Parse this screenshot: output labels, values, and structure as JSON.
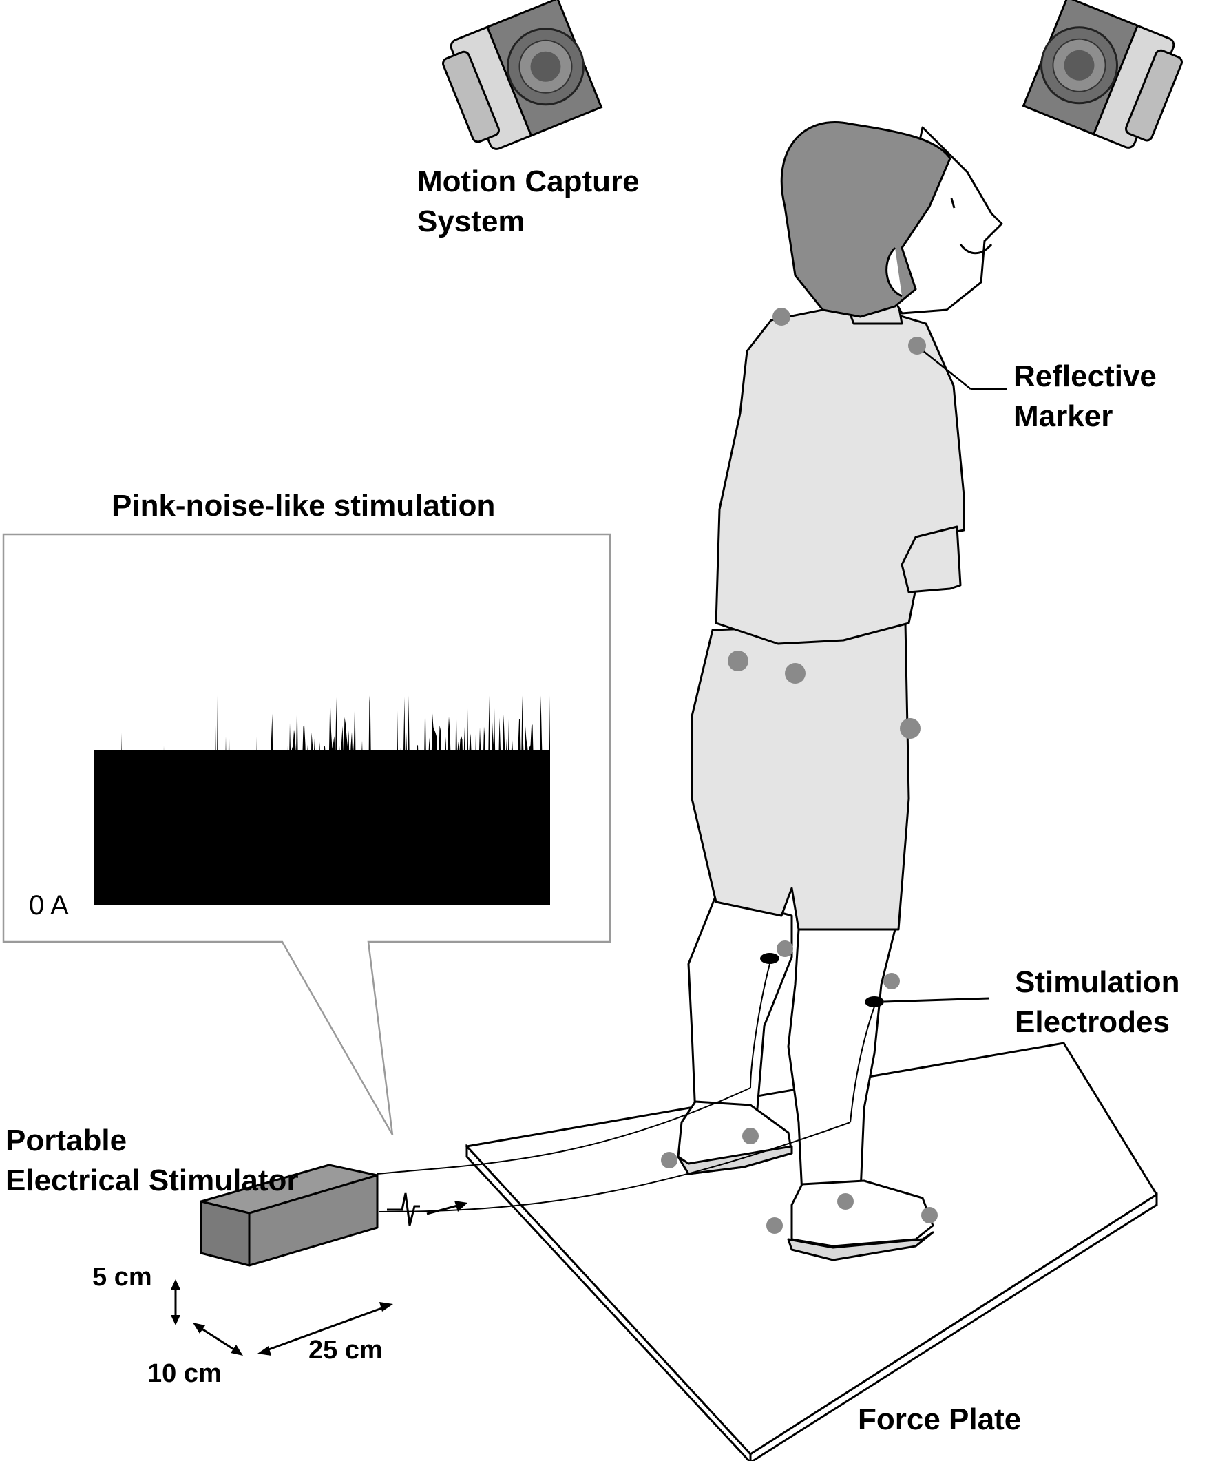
{
  "labels": {
    "motion_capture": [
      "Motion Capture",
      "System"
    ],
    "reflective_marker": [
      "Reflective",
      "Marker"
    ],
    "stimulation_electrodes": [
      "Stimulation",
      "Electrodes"
    ],
    "portable_stimulator": [
      "Portable",
      "Electrical Stimulator"
    ],
    "force_plate": "Force Plate",
    "noise_title": "Pink-noise-like stimulation",
    "zero_level": "0 A"
  },
  "dimensions": {
    "height": "5 cm",
    "width": "10 cm",
    "length": "25 cm"
  },
  "colors": {
    "ink": "#000000",
    "figure_fill": "#e4e4e4",
    "hair_fill": "#8c8c8c",
    "device_fill": "#7a7a7a",
    "marker_fill": "#8a8a8a",
    "panel_border": "#9a9a9a"
  },
  "icons": [
    "camera-icon",
    "signal-pulse-icon",
    "arrow-icon"
  ]
}
